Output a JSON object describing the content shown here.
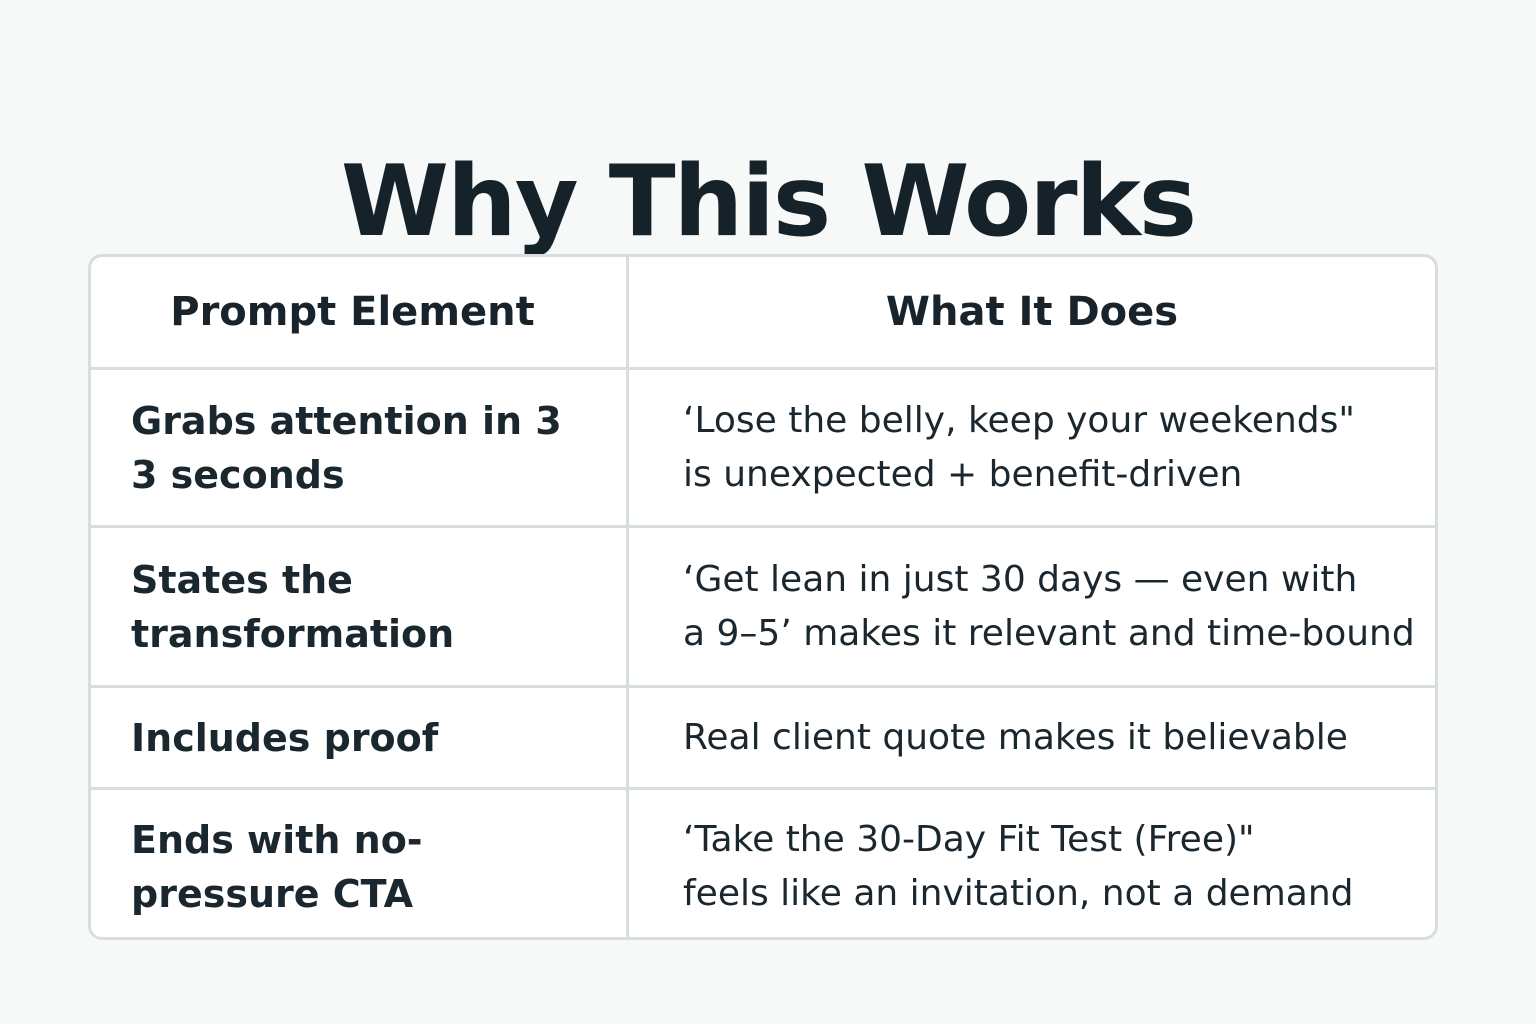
{
  "page_title": "Why This Works",
  "table": {
    "headers": [
      "Prompt Element",
      "What It Does"
    ],
    "rows": [
      {
        "element": [
          "Grabs attention in 3",
          "3 seconds"
        ],
        "description": [
          "‘Lose the belly, keep your weekends\"",
          "is unexpected + benefit-driven"
        ]
      },
      {
        "element": [
          "States the",
          "transformation"
        ],
        "description": [
          "‘Get lean in just 30 days — even with",
          "a 9–5’ makes it relevant and time-bound"
        ]
      },
      {
        "element": [
          "Includes proof"
        ],
        "description": [
          "Real client quote makes it believable"
        ]
      },
      {
        "element": [
          "Ends with no-",
          "pressure CTA"
        ],
        "description": [
          "‘Take the 30-Day Fit Test (Free)\"",
          "feels like an invitation, not a demand"
        ]
      }
    ]
  }
}
